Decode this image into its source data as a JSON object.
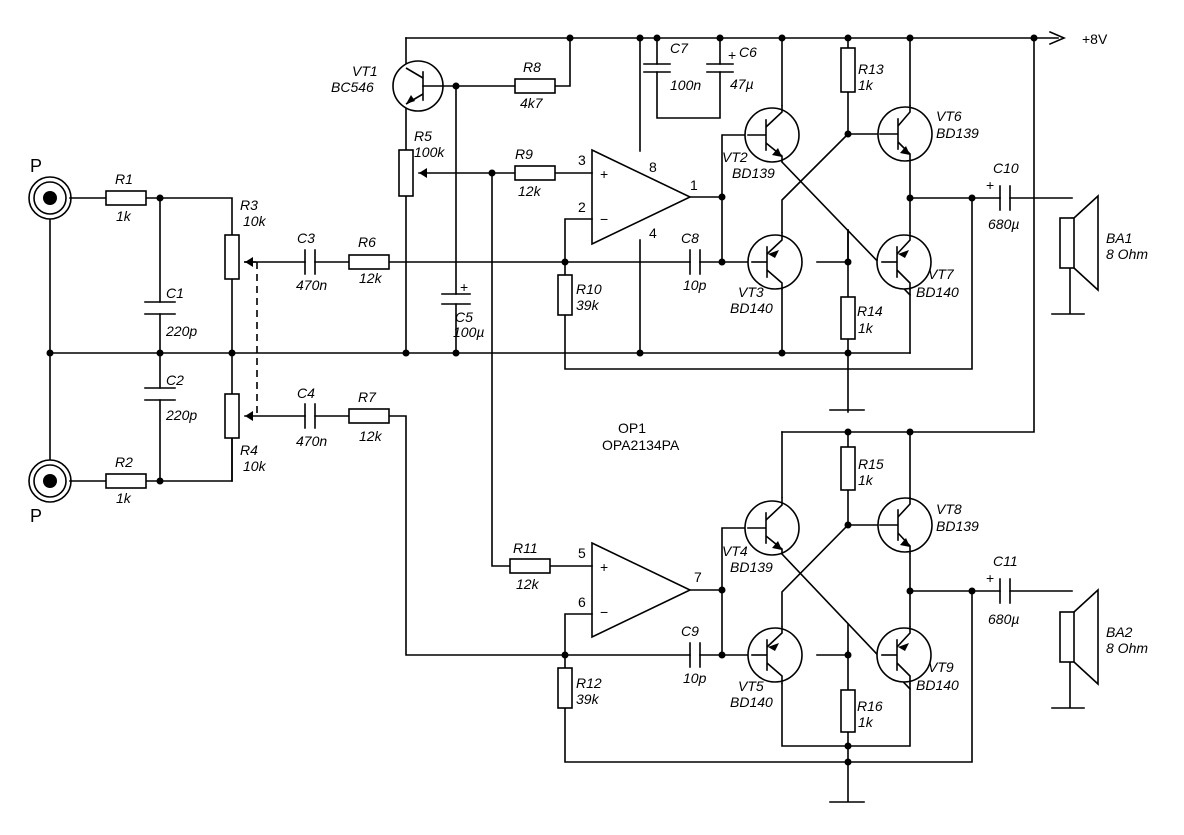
{
  "supply_label": "+8V",
  "connectors": {
    "top": "P",
    "bottom": "P"
  },
  "parts": {
    "R1": {
      "ref": "R1",
      "val": "1k"
    },
    "R2": {
      "ref": "R2",
      "val": "1k"
    },
    "C1": {
      "ref": "C1",
      "val": "220p"
    },
    "C2": {
      "ref": "C2",
      "val": "220p"
    },
    "R3": {
      "ref": "R3",
      "val": "10k"
    },
    "R4": {
      "ref": "R4",
      "val": "10k"
    },
    "C3": {
      "ref": "C3",
      "val": "470n"
    },
    "C4": {
      "ref": "C4",
      "val": "470n"
    },
    "R6": {
      "ref": "R6",
      "val": "12k"
    },
    "R7": {
      "ref": "R7",
      "val": "12k"
    },
    "VT1": {
      "ref": "VT1",
      "val": "BC546"
    },
    "R8": {
      "ref": "R8",
      "val": "4k7"
    },
    "R5": {
      "ref": "R5",
      "val": "100k"
    },
    "C5": {
      "ref": "C5",
      "val": "100µ"
    },
    "R9": {
      "ref": "R9",
      "val": "12k"
    },
    "R10": {
      "ref": "R10",
      "val": "39k"
    },
    "R11": {
      "ref": "R11",
      "val": "12k"
    },
    "R12": {
      "ref": "R12",
      "val": "39k"
    },
    "C7": {
      "ref": "C7",
      "val": "100n"
    },
    "C6": {
      "ref": "C6",
      "val": "47µ"
    },
    "C8": {
      "ref": "C8",
      "val": "10p"
    },
    "C9": {
      "ref": "C9",
      "val": "10p"
    },
    "VT2": {
      "ref": "VT2",
      "val": "BD139"
    },
    "VT3": {
      "ref": "VT3",
      "val": "BD140"
    },
    "VT4": {
      "ref": "VT4",
      "val": "BD139"
    },
    "VT5": {
      "ref": "VT5",
      "val": "BD140"
    },
    "VT6": {
      "ref": "VT6",
      "val": "BD139"
    },
    "VT7": {
      "ref": "VT7",
      "val": "BD140"
    },
    "VT8": {
      "ref": "VT8",
      "val": "BD139"
    },
    "VT9": {
      "ref": "VT9",
      "val": "BD140"
    },
    "R13": {
      "ref": "R13",
      "val": "1k"
    },
    "R14": {
      "ref": "R14",
      "val": "1k"
    },
    "R15": {
      "ref": "R15",
      "val": "1k"
    },
    "R16": {
      "ref": "R16",
      "val": "1k"
    },
    "C10": {
      "ref": "C10",
      "val": "680µ"
    },
    "C11": {
      "ref": "C11",
      "val": "680µ"
    },
    "BA1": {
      "ref": "BA1",
      "val": "8 Ohm"
    },
    "BA2": {
      "ref": "BA2",
      "val": "8 Ohm"
    }
  },
  "opamp": {
    "ref": "OP1",
    "part": "OPA2134PA"
  },
  "pins": {
    "u1_plus": "3",
    "u1_minus": "2",
    "u1_out": "1",
    "u1_vcc": "8",
    "u1_gnd": "4",
    "u2_plus": "5",
    "u2_minus": "6",
    "u2_out": "7"
  },
  "symbols": {
    "plus": "+",
    "minus": "−"
  }
}
